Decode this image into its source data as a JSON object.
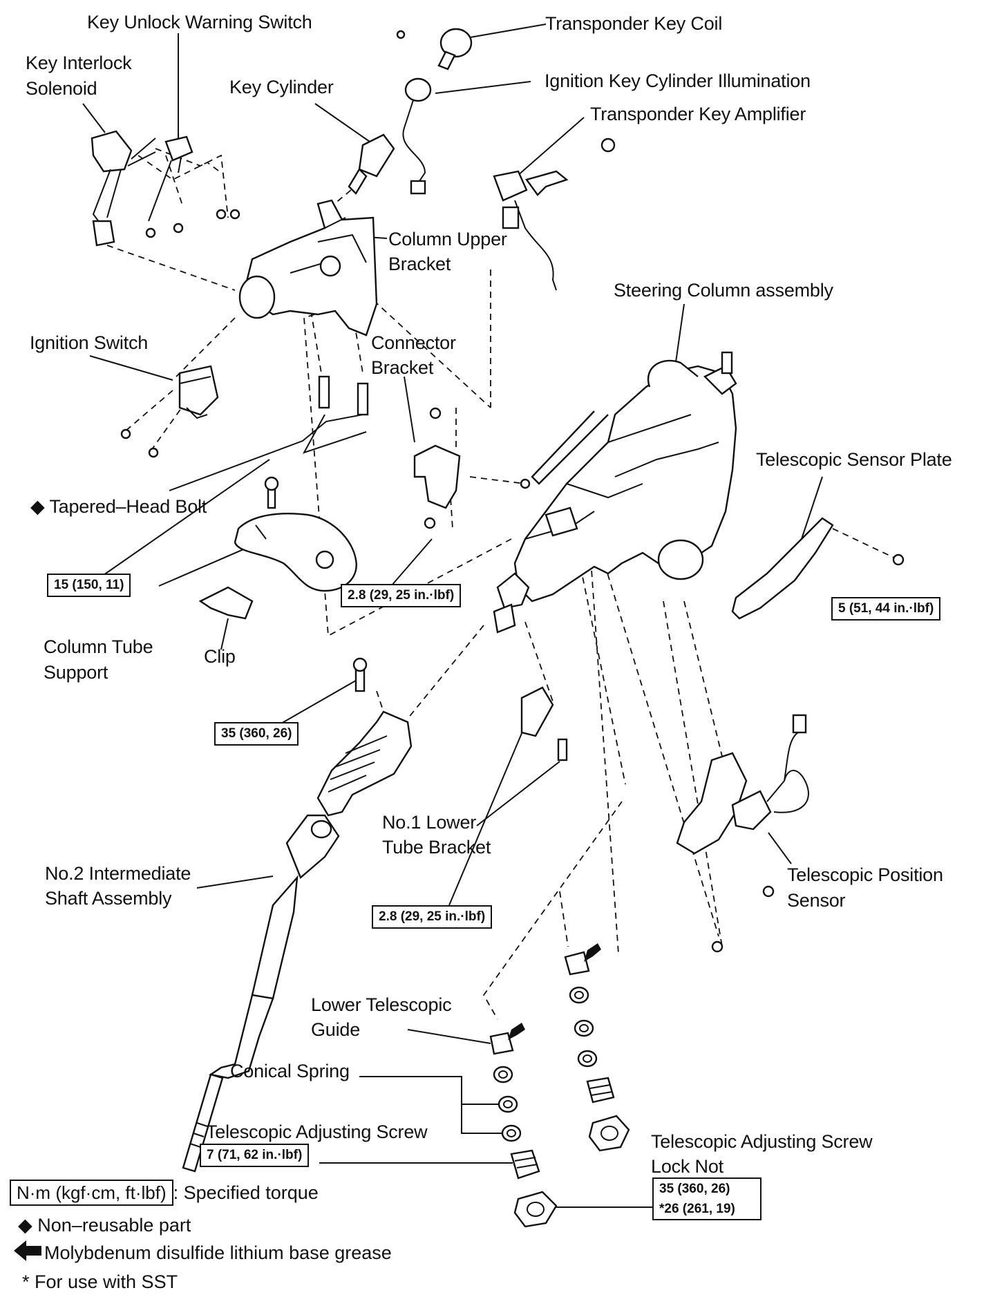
{
  "labels": {
    "key_unlock_warning_switch": "Key Unlock Warning Switch",
    "key_interlock_solenoid_1": "Key Interlock",
    "key_interlock_solenoid_2": "Solenoid",
    "key_cylinder": "Key Cylinder",
    "transponder_key_coil": "Transponder Key Coil",
    "ignition_key_cylinder_illumination": "Ignition Key Cylinder Illumination",
    "transponder_key_amplifier": "Transponder Key Amplifier",
    "column_upper_bracket_1": "Column Upper",
    "column_upper_bracket_2": "Bracket",
    "steering_column_assembly": "Steering Column assembly",
    "ignition_switch": "Ignition Switch",
    "connector_bracket_1": "Connector",
    "connector_bracket_2": "Bracket",
    "telescopic_sensor_plate": "Telescopic Sensor Plate",
    "tapered_head_bolt": "◆ Tapered–Head Bolt",
    "column_tube_support_1": "Column Tube",
    "column_tube_support_2": "Support",
    "clip": "Clip",
    "no1_lower_tube_bracket_1": "No.1 Lower",
    "no1_lower_tube_bracket_2": "Tube Bracket",
    "no2_intermediate_shaft_1": "No.2 Intermediate",
    "no2_intermediate_shaft_2": "Shaft Assembly",
    "telescopic_position_sensor_1": "Telescopic  Position",
    "telescopic_position_sensor_2": "Sensor",
    "lower_telescopic_guide_1": "Lower Telescopic",
    "lower_telescopic_guide_2": "Guide",
    "conical_spring": "Conical Spring",
    "telescopic_adjusting_screw": "Telescopic Adjusting Screw",
    "lock_nut_1": "Telescopic Adjusting Screw",
    "lock_nut_2": "Lock Not"
  },
  "torques": {
    "t15": "15 (150, 11)",
    "t2_8_a": "2.8 (29, 25 in.·lbf)",
    "t5": "5 (51, 44 in.·lbf)",
    "t35_shaft": "35 (360, 26)",
    "t2_8_b": "2.8 (29, 25 in.·lbf)",
    "t7": "7 (71, 62 in.·lbf)",
    "t35_nut": "35 (360, 26)",
    "t26_nut": "*26 (261, 19)"
  },
  "legend": {
    "torque_unit": "N·m (kgf·cm, ft·lbf)",
    "torque_desc": ": Specified torque",
    "non_reusable": "◆ Non–reusable part",
    "grease": "Molybdenum disulfide lithium base grease",
    "sst": "* For use with SST"
  }
}
